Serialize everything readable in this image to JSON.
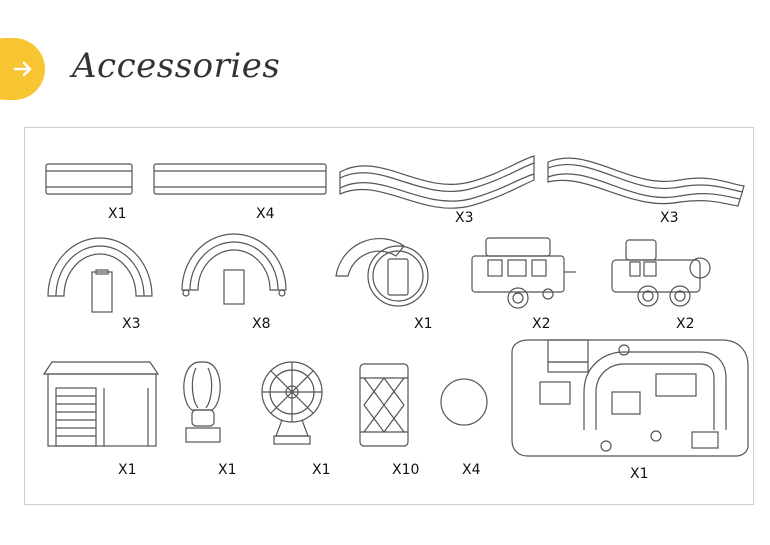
{
  "header": {
    "title": "Accessories",
    "badge_color": "#f7c531",
    "icon": "arrow-right-icon"
  },
  "items": [
    {
      "name": "short-straight-track",
      "qty": "X1"
    },
    {
      "name": "long-straight-track",
      "qty": "X4"
    },
    {
      "name": "s-curve-track-a",
      "qty": "X3"
    },
    {
      "name": "s-curve-track-b",
      "qty": "X3"
    },
    {
      "name": "arch-tunnel-a",
      "qty": "X3"
    },
    {
      "name": "arch-tunnel-b",
      "qty": "X8"
    },
    {
      "name": "arch-with-round-door",
      "qty": "X1"
    },
    {
      "name": "train-carriage",
      "qty": "X2"
    },
    {
      "name": "train-locomotive",
      "qty": "X2"
    },
    {
      "name": "garage",
      "qty": "X1"
    },
    {
      "name": "hot-air-balloon",
      "qty": "X1"
    },
    {
      "name": "ferris-wheel",
      "qty": "X1"
    },
    {
      "name": "quilted-block",
      "qty": "X10"
    },
    {
      "name": "round-disc",
      "qty": "X4"
    },
    {
      "name": "playset-base",
      "qty": "X1"
    }
  ]
}
